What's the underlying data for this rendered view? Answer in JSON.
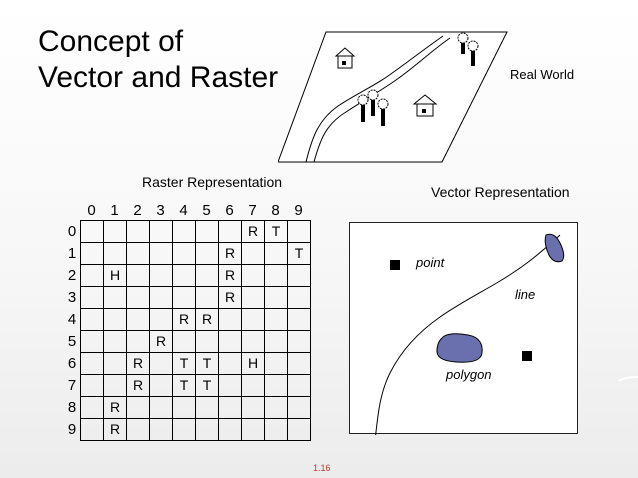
{
  "title": {
    "line1": "Concept of",
    "line2": "Vector and Raster"
  },
  "real_world": {
    "label": "Real World"
  },
  "raster": {
    "label": "Raster Representation",
    "columns": [
      "0",
      "1",
      "2",
      "3",
      "4",
      "5",
      "6",
      "7",
      "8",
      "9"
    ],
    "rows": [
      "0",
      "1",
      "2",
      "3",
      "4",
      "5",
      "6",
      "7",
      "8",
      "9"
    ],
    "cells": [
      [
        "",
        "",
        "",
        "",
        "",
        "",
        "",
        "R",
        "T",
        ""
      ],
      [
        "",
        "",
        "",
        "",
        "",
        "",
        "R",
        "",
        "",
        "T"
      ],
      [
        "",
        "H",
        "",
        "",
        "",
        "",
        "R",
        "",
        "",
        ""
      ],
      [
        "",
        "",
        "",
        "",
        "",
        "",
        "R",
        "",
        "",
        ""
      ],
      [
        "",
        "",
        "",
        "",
        "R",
        "R",
        "",
        "",
        "",
        ""
      ],
      [
        "",
        "",
        "",
        "R",
        "",
        "",
        "",
        "",
        "",
        ""
      ],
      [
        "",
        "",
        "R",
        "",
        "T",
        "T",
        "",
        "H",
        "",
        ""
      ],
      [
        "",
        "",
        "R",
        "",
        "T",
        "T",
        "",
        "",
        "",
        ""
      ],
      [
        "",
        "R",
        "",
        "",
        "",
        "",
        "",
        "",
        "",
        ""
      ],
      [
        "",
        "R",
        "",
        "",
        "",
        "",
        "",
        "",
        "",
        ""
      ]
    ]
  },
  "vector": {
    "label": "Vector Representation",
    "point_label": "point",
    "line_label": "line",
    "polygon_label": "polygon",
    "polygon_color": "#6a6fae"
  },
  "page_number": "1.16"
}
